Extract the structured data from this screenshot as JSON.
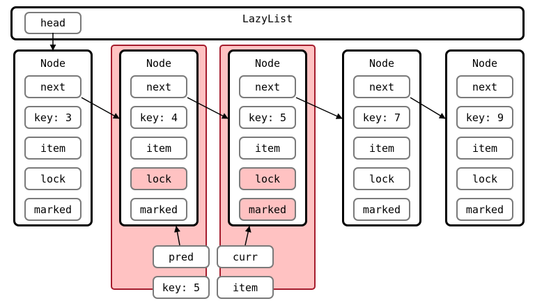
{
  "list": {
    "title": "LazyList",
    "head_label": "head"
  },
  "node_title": "Node",
  "nodes": [
    {
      "next": "next",
      "key": "key: 3",
      "item": "item",
      "lock": "lock",
      "marked": "marked",
      "lock_highlighted": false,
      "marked_highlighted": false
    },
    {
      "next": "next",
      "key": "key: 4",
      "item": "item",
      "lock": "lock",
      "marked": "marked",
      "lock_highlighted": true,
      "marked_highlighted": false
    },
    {
      "next": "next",
      "key": "key: 5",
      "item": "item",
      "lock": "lock",
      "marked": "marked",
      "lock_highlighted": true,
      "marked_highlighted": true
    },
    {
      "next": "next",
      "key": "key: 7",
      "item": "item",
      "lock": "lock",
      "marked": "marked",
      "lock_highlighted": false,
      "marked_highlighted": false
    },
    {
      "next": "next",
      "key": "key: 9",
      "item": "item",
      "lock": "lock",
      "marked": "marked",
      "lock_highlighted": false,
      "marked_highlighted": false
    }
  ],
  "pointers": {
    "pred": "pred",
    "curr": "curr"
  },
  "locals": {
    "key": "key: 5",
    "item": "item"
  },
  "colors": {
    "highlight_fill": "#ffc2c2",
    "highlight_border": "#a51c2d",
    "field_border": "#7a7a7a"
  }
}
